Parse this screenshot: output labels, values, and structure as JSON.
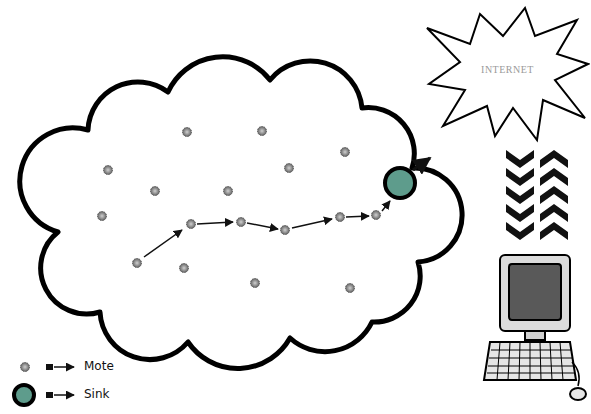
{
  "diagram": {
    "nodes": [
      {
        "text": [
          "INTERNET"
        ]
      }
    ],
    "legend": [
      {
        "text": "Mote"
      },
      {
        "text": "Sink"
      }
    ]
  }
}
